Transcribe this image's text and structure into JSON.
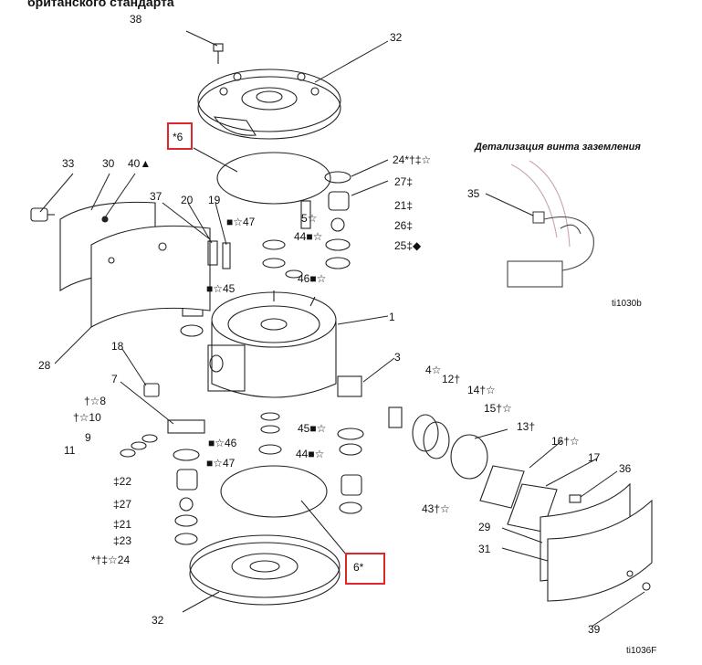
{
  "header": {
    "title_fragment": "британского стандарта"
  },
  "inset": {
    "title": "Детализация винта заземления",
    "label": "35",
    "code": "ti1030b"
  },
  "figure_code": "ti1036F",
  "highlight_color": "#e0262b",
  "callouts": {
    "c38": "38",
    "c32a": "32",
    "c6a": "*6",
    "c33": "33",
    "c30": "30",
    "c40": "40▲",
    "c37": "37",
    "c20": "20",
    "c19": "19",
    "c47a": "■☆47",
    "c5": "5☆",
    "c24a": "24*†‡☆",
    "c27a": "27‡",
    "c21a": "21‡",
    "c26": "26‡",
    "c25": "25‡◆",
    "c44a": "44■☆",
    "c46a": "46■☆",
    "c45a": "■☆45",
    "c1": "1",
    "c18": "18",
    "c3": "3",
    "c28": "28",
    "c7": "7",
    "c4": "4☆",
    "c12": "12†",
    "c14": "14†☆",
    "c15": "15†☆",
    "c8": "†☆8",
    "c10": "†☆10",
    "c9": "9",
    "c11": "11",
    "c46b": "■☆46",
    "c45b": "45■☆",
    "c47b": "■☆47",
    "c44b": "44■☆",
    "c13": "13†",
    "c16": "16†☆",
    "c17": "17",
    "c22": "‡22",
    "c27b": "‡27",
    "c43": "43†☆",
    "c36": "36",
    "c21b": "‡21",
    "c23": "‡23",
    "c24b": "*†‡☆24",
    "c29": "29",
    "c31": "31",
    "c6b": "6*",
    "c32b": "32",
    "c39": "39"
  }
}
